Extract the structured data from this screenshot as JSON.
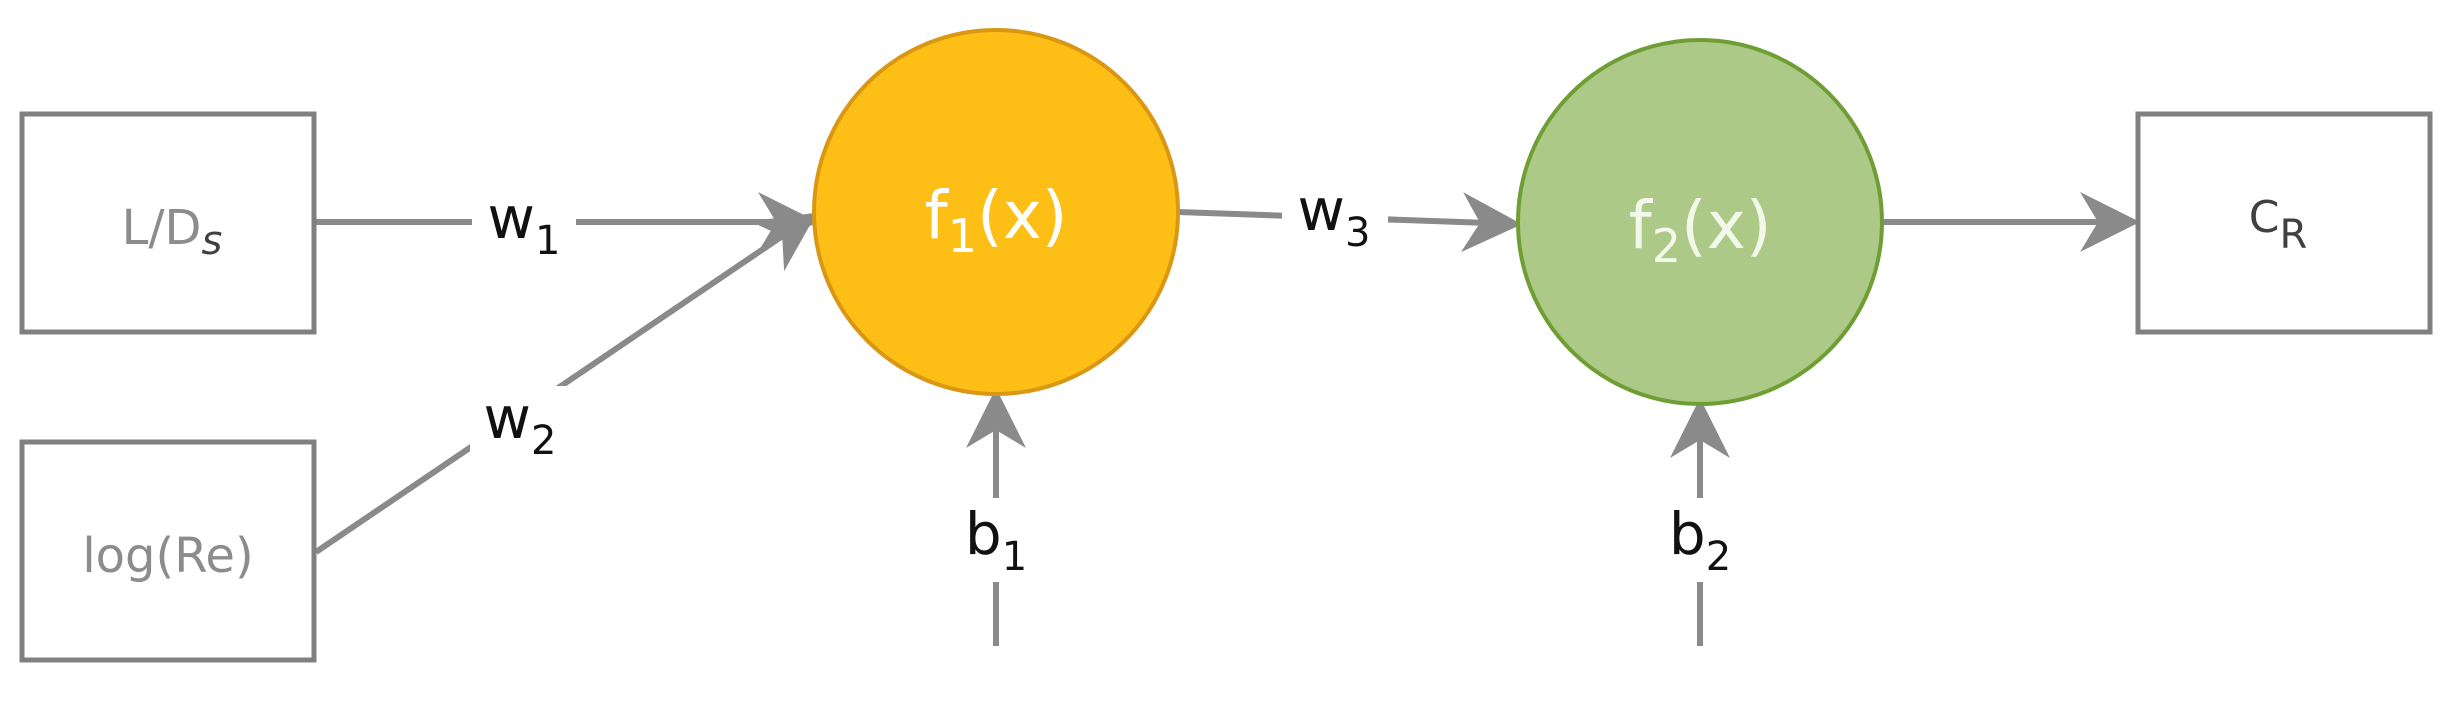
{
  "inputs": {
    "ld": {
      "main": "L/D",
      "sub": "s"
    },
    "logre": {
      "main": "log(Re)"
    }
  },
  "nodes": {
    "n1": {
      "main": "f",
      "sub": "1",
      "tail": "(x)"
    },
    "n2": {
      "main": "f",
      "sub": "2",
      "tail": "(x)"
    }
  },
  "output": {
    "main": "C",
    "sub": "R"
  },
  "weights": {
    "w1": {
      "main": "w",
      "sub": "1"
    },
    "w2": {
      "main": "w",
      "sub": "2"
    },
    "w3": {
      "main": "w",
      "sub": "3"
    }
  },
  "biases": {
    "b1": {
      "main": "b",
      "sub": "1"
    },
    "b2": {
      "main": "b",
      "sub": "2"
    }
  },
  "colors": {
    "node1_fill": "#fdbf15",
    "node2_fill": "#adc987",
    "edge": "#8a8a8a",
    "box_border": "#808080"
  }
}
